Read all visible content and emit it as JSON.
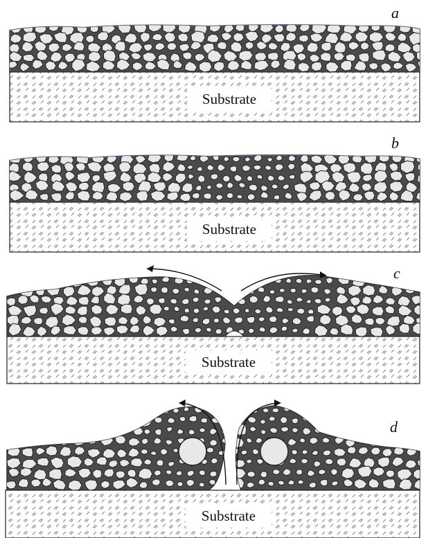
{
  "panels": [
    {
      "letter": "a",
      "substrate_label": "Substrate"
    },
    {
      "letter": "b",
      "substrate_label": "Substrate"
    },
    {
      "letter": "c",
      "substrate_label": "Substrate"
    },
    {
      "letter": "d",
      "substrate_label": "Substrate"
    }
  ],
  "colors": {
    "grain_fill": "#e8e8e8",
    "grain_stroke": "#222222",
    "matrix_dark": "#4a4a4a",
    "substrate_fill": "#ffffff",
    "hatch": "#777777",
    "top_edge": "#5a5a7a"
  }
}
